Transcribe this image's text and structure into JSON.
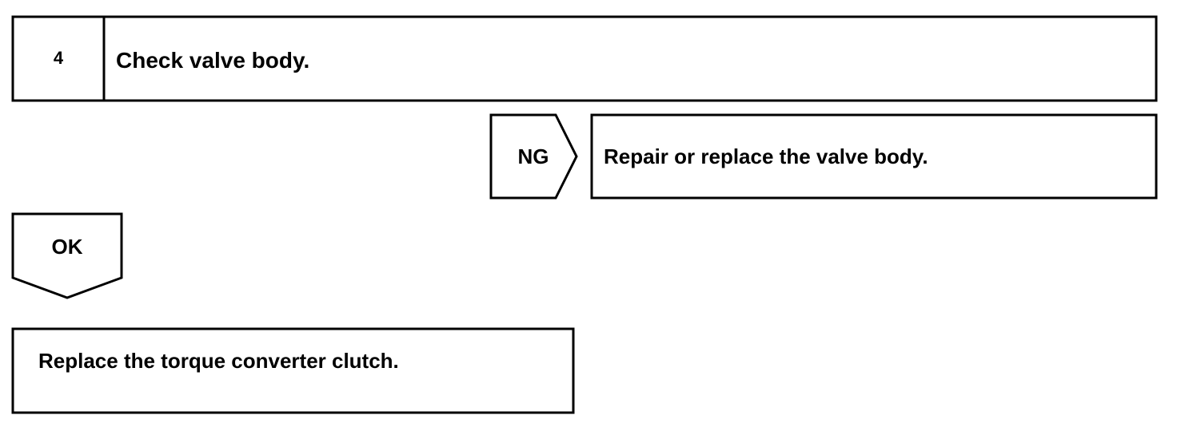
{
  "step": {
    "number": "4",
    "title": "Check valve body."
  },
  "ng_branch": {
    "label": "NG",
    "action": "Repair or replace the valve body."
  },
  "ok_branch": {
    "label": "OK",
    "action": "Replace the torque converter clutch."
  },
  "colors": {
    "line": "#000000",
    "background": "#ffffff"
  }
}
